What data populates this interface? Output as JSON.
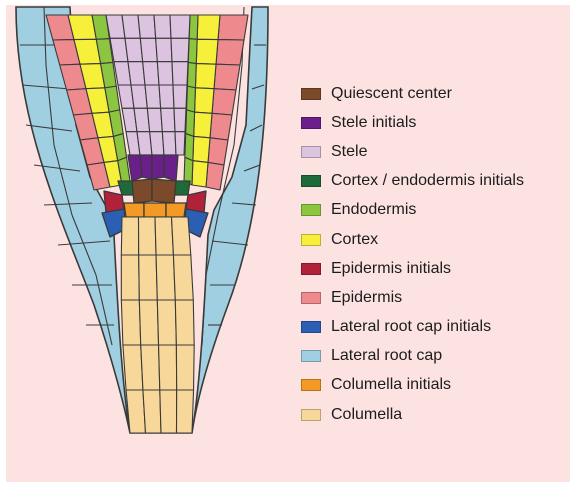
{
  "legend": [
    {
      "label": "Quiescent center",
      "color": "#7a4a2a"
    },
    {
      "label": "Stele initials",
      "color": "#6a1f8a"
    },
    {
      "label": "Stele",
      "color": "#dcc3df"
    },
    {
      "label": "Cortex / endodermis initials",
      "color": "#1f6a3a"
    },
    {
      "label": "Endodermis",
      "color": "#8cc640"
    },
    {
      "label": "Cortex",
      "color": "#f6f03a"
    },
    {
      "label": "Epidermis initials",
      "color": "#b2213a"
    },
    {
      "label": "Epidermis",
      "color": "#ee8a8e"
    },
    {
      "label": "Lateral root cap initials",
      "color": "#2a5fb4"
    },
    {
      "label": "Lateral root cap",
      "color": "#9fcfe0"
    },
    {
      "label": "Columella initials",
      "color": "#f39a26"
    },
    {
      "label": "Columella",
      "color": "#f7d89a"
    }
  ],
  "cell_line_color": "#3a3a3a"
}
